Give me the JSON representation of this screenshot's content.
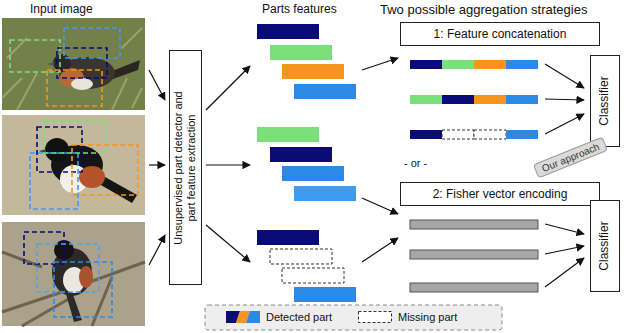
{
  "diagram": {
    "nodes": [
      {
        "text": [
          "Unsupervised part detector and part feature extraction"
        ]
      },
      {
        "text": [
          "1: Feature concatenation"
        ]
      },
      {
        "text": [
          "Classifier"
        ]
      },
      {
        "text": [
          "Our approach"
        ]
      },
      {
        "text": [
          "2: Fisher vector encoding"
        ]
      },
      {
        "text": [
          "Classifier"
        ]
      }
    ],
    "labels": [
      "Input image",
      "Parts features",
      "Two possible aggregation strategies",
      "- or -"
    ],
    "legend": [
      {
        "text": "Detected part"
      },
      {
        "text": "Missing part"
      }
    ]
  }
}
